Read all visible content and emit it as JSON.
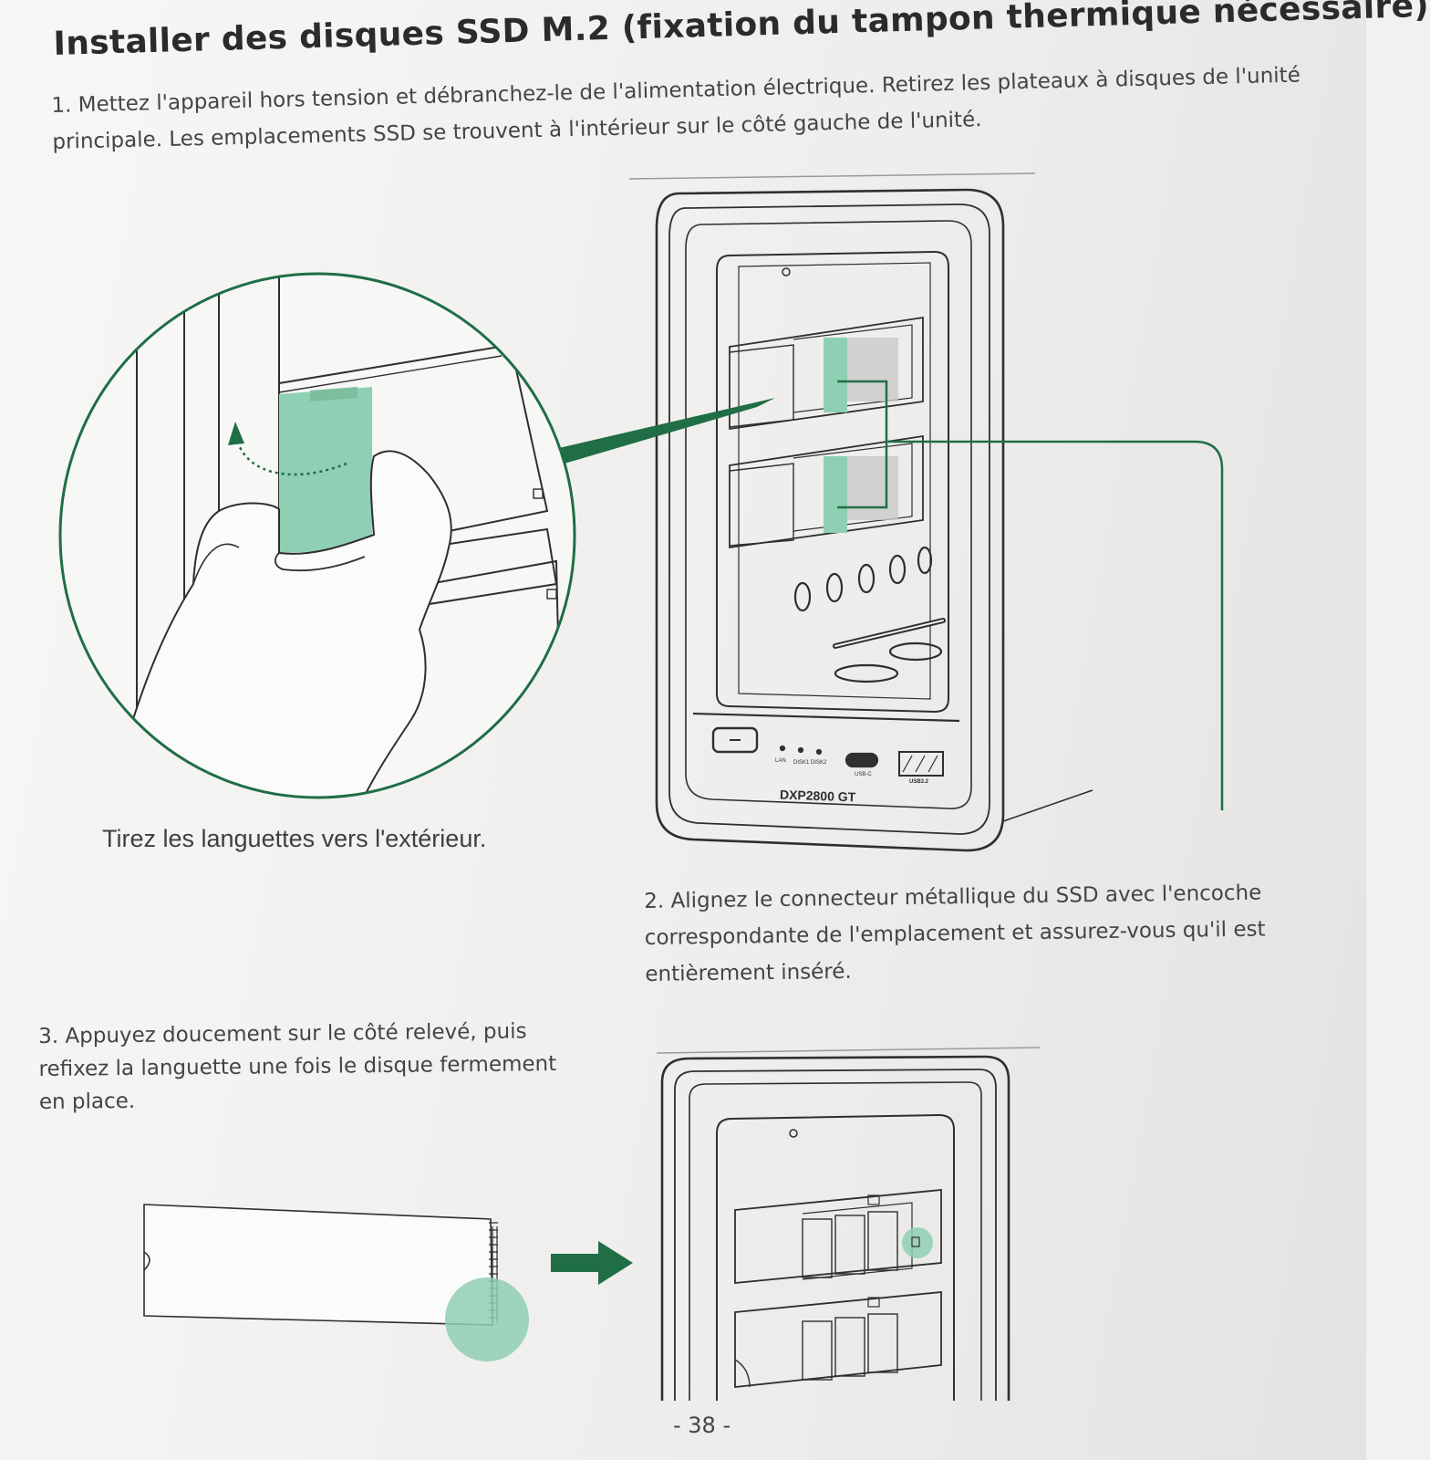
{
  "title": "Installer des disques SSD M.2 (fixation du tampon thermique nécessaire)",
  "step1": {
    "lines": [
      "1. Mettez l'appareil hors tension et débranchez-le de l'alimentation électrique. Retirez les plateaux à disques de l'unité",
      "principale. Les emplacements SSD se trouvent à l'intérieur sur le côté gauche de l'unité."
    ]
  },
  "illustration1": {
    "caption": "Tirez les languettes vers l'extérieur.",
    "device_model": "DXP2800 GT",
    "port_labels": {
      "lan": "LAN",
      "disk": "DISK1 DISK2",
      "usbc": "USB-C",
      "usb": "USB3.2"
    }
  },
  "step2": {
    "lines": [
      "2. Alignez le connecteur métallique du SSD avec l'encoche",
      "correspondante de l'emplacement et assurez-vous qu'il est",
      "entièrement inséré."
    ]
  },
  "step3": {
    "lines": [
      "3. Appuyez doucement sur le côté relevé, puis",
      "refixez la languette une fois le disque fermement",
      "en place."
    ]
  },
  "page_number": "- 38 -",
  "colors": {
    "accent_green": "#1f6e45",
    "highlight_green": "#8fcfb3",
    "line_dark": "#2f2f2f",
    "paper": "#f2f1ef"
  },
  "icons": [
    "arrow-right-icon",
    "curved-arrow-icon",
    "hand-illustration"
  ]
}
